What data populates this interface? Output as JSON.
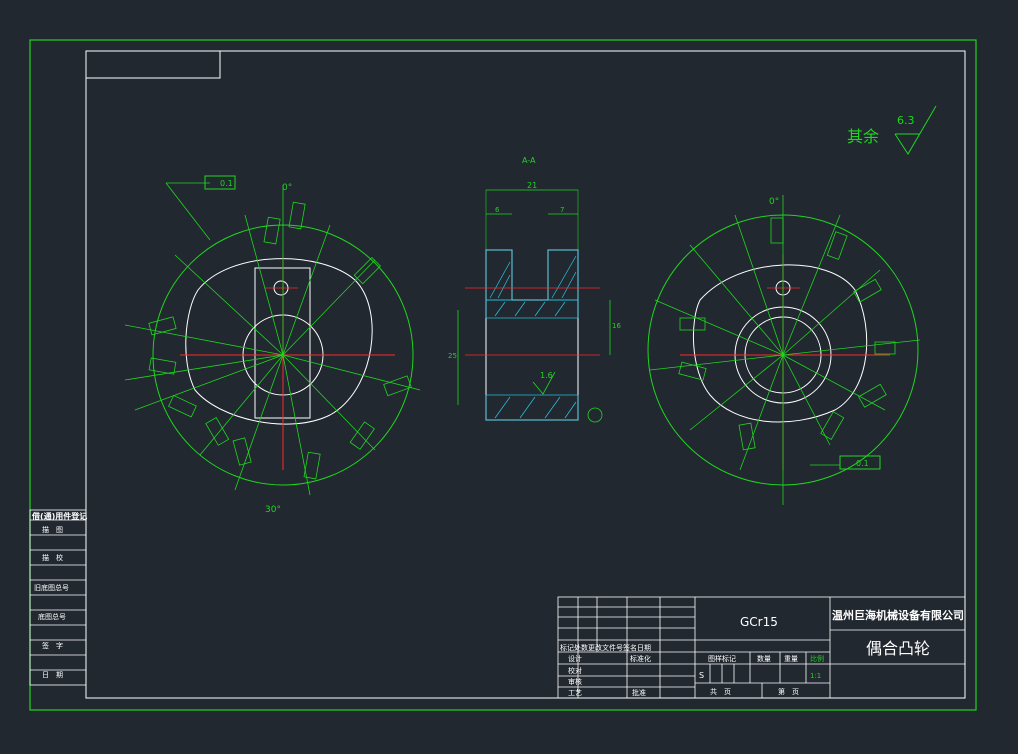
{
  "drawing": {
    "section_label": "A-A",
    "roughness_label": "其余",
    "roughness_value": "6.3",
    "tolerance_left": "0.1",
    "tolerance_right": "0.1",
    "width_dim": "21",
    "slot_left_dim": "6",
    "slot_right_dim": "7",
    "dim_16": "16",
    "dim_25": "25",
    "angle_0_left": "0°",
    "angle_0_right": "0°",
    "angle_30_bottom": "30°",
    "roughness_small": "1.6"
  },
  "left_stamp_table": {
    "title": "借(通)用件登记",
    "rows": [
      "描　图",
      "描　校",
      "旧底图总号",
      "底图总号",
      "签　字",
      "日　期"
    ]
  },
  "title_block": {
    "material": "GCr15",
    "company": "温州巨海机械设备有限公司",
    "part_name": "偶合凸轮",
    "header_row": "标记处数更改文件号签名日期",
    "design": "设计",
    "standardization": "标准化",
    "check": "校对",
    "review": "审核",
    "process": "工艺",
    "approve": "批准",
    "stage_mark": "图样标记",
    "quantity": "数量",
    "weight": "重量",
    "scale_label": "比例",
    "scale_value": "1:1",
    "stage_s": "S",
    "total_sheets": "共　页",
    "sheet_no": "第　页"
  }
}
